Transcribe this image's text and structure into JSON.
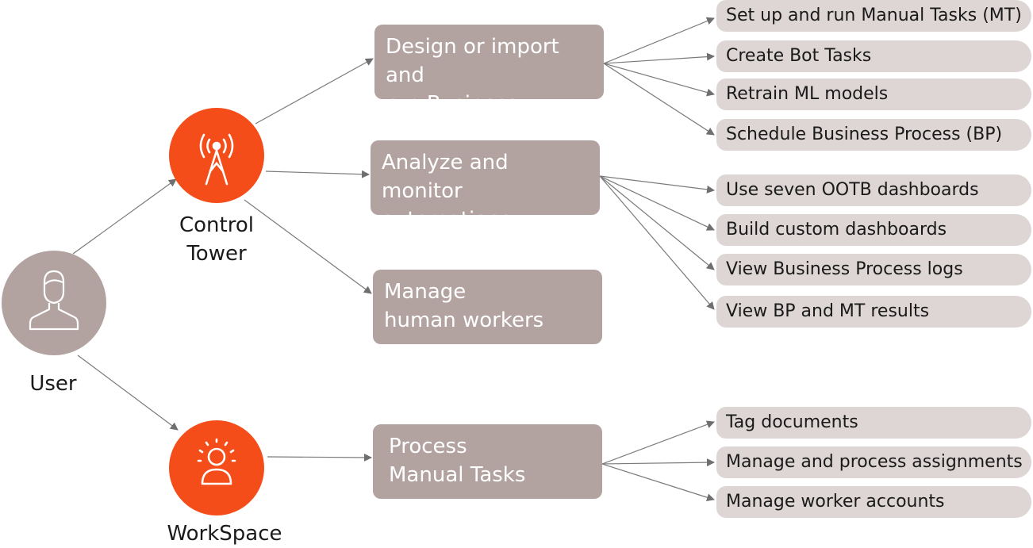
{
  "user": {
    "label": "User"
  },
  "control_tower": {
    "label": "Control\nTower"
  },
  "workspace": {
    "label": "WorkSpace"
  },
  "boxes": {
    "design": "Design or import and\nrun Business Process",
    "analyze": "Analyze and\nmonitor automations",
    "manage": "Manage\nhuman workers",
    "process": "Process\nManual Tasks"
  },
  "design_items": [
    "Set up and run Manual Tasks (MT)",
    "Create Bot Tasks",
    "Retrain ML models",
    "Schedule Business Process (BP)"
  ],
  "analyze_items": [
    "Use seven OOTB dashboards",
    "Build custom dashboards",
    "View Business Process logs",
    "View BP and MT results"
  ],
  "process_items": [
    "Tag documents",
    "Manage and process assignments",
    "Manage worker accounts"
  ],
  "colors": {
    "accent": "#f44d1a",
    "node_gray": "#b2a3a1",
    "pill_gray": "#ddd6d5",
    "arrow": "#777777"
  },
  "icons": {
    "user": "person-outline-icon",
    "control_tower": "antenna-tower-icon",
    "workspace": "person-radiant-icon"
  }
}
